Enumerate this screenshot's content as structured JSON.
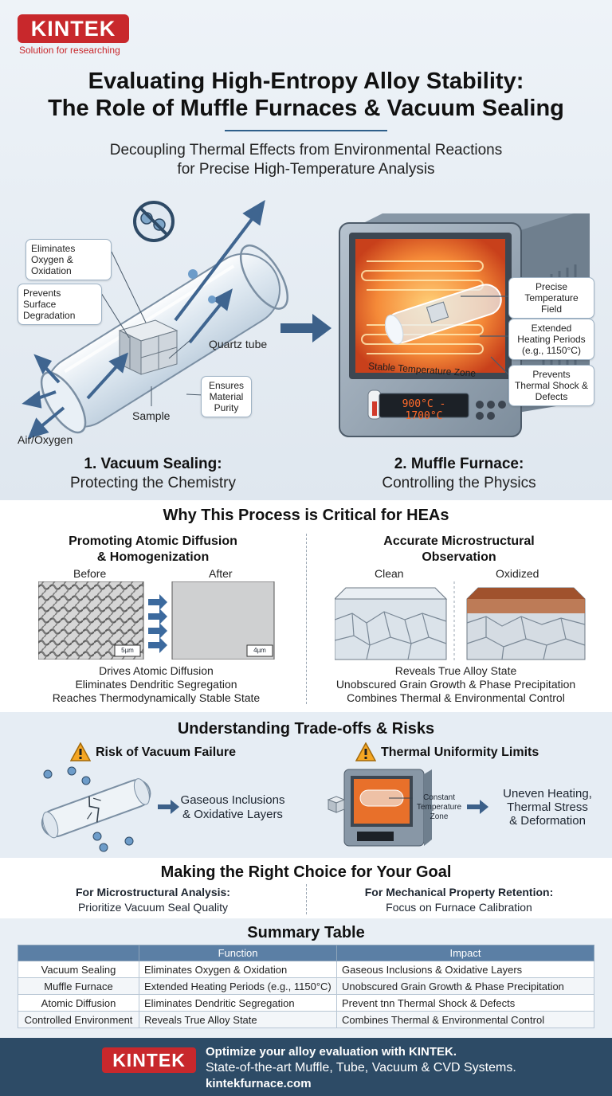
{
  "brand": {
    "logo": "KINTEK",
    "tagline": "Solution for researching"
  },
  "title": {
    "line1": "Evaluating High-Entropy Alloy Stability:",
    "line2": "The Role of Muffle Furnaces & Vacuum Sealing"
  },
  "subtitle": {
    "line1": "Decoupling Thermal Effects from Environmental Reactions",
    "line2": "for Precise High-Temperature Analysis"
  },
  "vacuum": {
    "callouts": [
      "Eliminates Oxygen & Oxidation",
      "Prevents Surface Degradation",
      "Ensures Material Purity"
    ],
    "labels": {
      "tube": "Quartz tube",
      "sample": "Sample",
      "air": "Air/Oxygen"
    },
    "caption_head": "1. Vacuum Sealing:",
    "caption_sub": "Protecting the Chemistry"
  },
  "furnace": {
    "callouts": [
      "Precise Temperature Field",
      "Extended Heating Periods (e.g., 1150°C)",
      "Prevents Thermal Shock & Defects"
    ],
    "zone_label": "Stable Temperature Zone",
    "display": "900°C - 1700°C",
    "caption_head": "2. Muffle Furnace:",
    "caption_sub": "Controlling the Physics"
  },
  "why": {
    "title": "Why This Process is Critical for HEAs",
    "left": {
      "head1": "Promoting Atomic Diffusion",
      "head2": "& Homogenization",
      "before": "Before",
      "after": "After",
      "scale_before": "5µm",
      "scale_after": "4µm",
      "lines": [
        "Drives Atomic Diffusion",
        "Eliminates Dendritic Segregation",
        "Reaches Thermodynamically Stable State"
      ]
    },
    "right": {
      "head1": "Accurate Microstructural",
      "head2": "Observation",
      "clean": "Clean",
      "oxidized": "Oxidized",
      "lines": [
        "Reveals True Alloy State",
        "Unobscured Grain Growth & Phase Precipitation",
        "Combines Thermal & Environmental Control"
      ]
    }
  },
  "risks": {
    "title": "Understanding Trade-offs & Risks",
    "left": {
      "head": "Risk of Vacuum Failure",
      "result1": "Gaseous Inclusions",
      "result2": "& Oxidative Layers"
    },
    "right": {
      "head": "Thermal Uniformity Limits",
      "zone1": "Constant",
      "zone2": "Temperature",
      "zone3": "Zone",
      "result1": "Uneven Heating,",
      "result2": "Thermal Stress",
      "result3": "& Deformation"
    }
  },
  "choice": {
    "title": "Making the Right Choice for Your Goal",
    "left": {
      "head": "For Microstructural Analysis:",
      "sub": "Prioritize Vacuum Seal Quality"
    },
    "right": {
      "head": "For Mechanical Property Retention:",
      "sub": "Focus on Furnace Calibration"
    }
  },
  "summary": {
    "title": "Summary Table",
    "headers": [
      "",
      "Function",
      "Impact"
    ],
    "rows": [
      [
        "Vacuum Sealing",
        "Eliminates Oxygen & Oxidation",
        "Gaseous Inclusions & Oxidative Layers"
      ],
      [
        "Muffle Furnace",
        "Extended Heating Periods (e.g., 1150°C)",
        "Unobscured Grain Growth & Phase Precipitation"
      ],
      [
        "Atomic Diffusion",
        "Eliminates Dendritic Segregation",
        "Prevent tnn Thermal Shock & Defects"
      ],
      [
        "Controlled Environment",
        "Reveals True Alloy State",
        "Combines Thermal & Environmental Control"
      ]
    ]
  },
  "footer": {
    "logo": "KINTEK",
    "line1": "Optimize your alloy evaluation with KINTEK.",
    "line2": "State-of-the-art Muffle, Tube, Vacuum & CVD Systems.",
    "line3": "kintekfurnace.com"
  },
  "colors": {
    "brand_red": "#c8282c",
    "navy": "#2d4b66",
    "accent_blue": "#2e5f8a",
    "heat_orange": "#e8702a"
  }
}
